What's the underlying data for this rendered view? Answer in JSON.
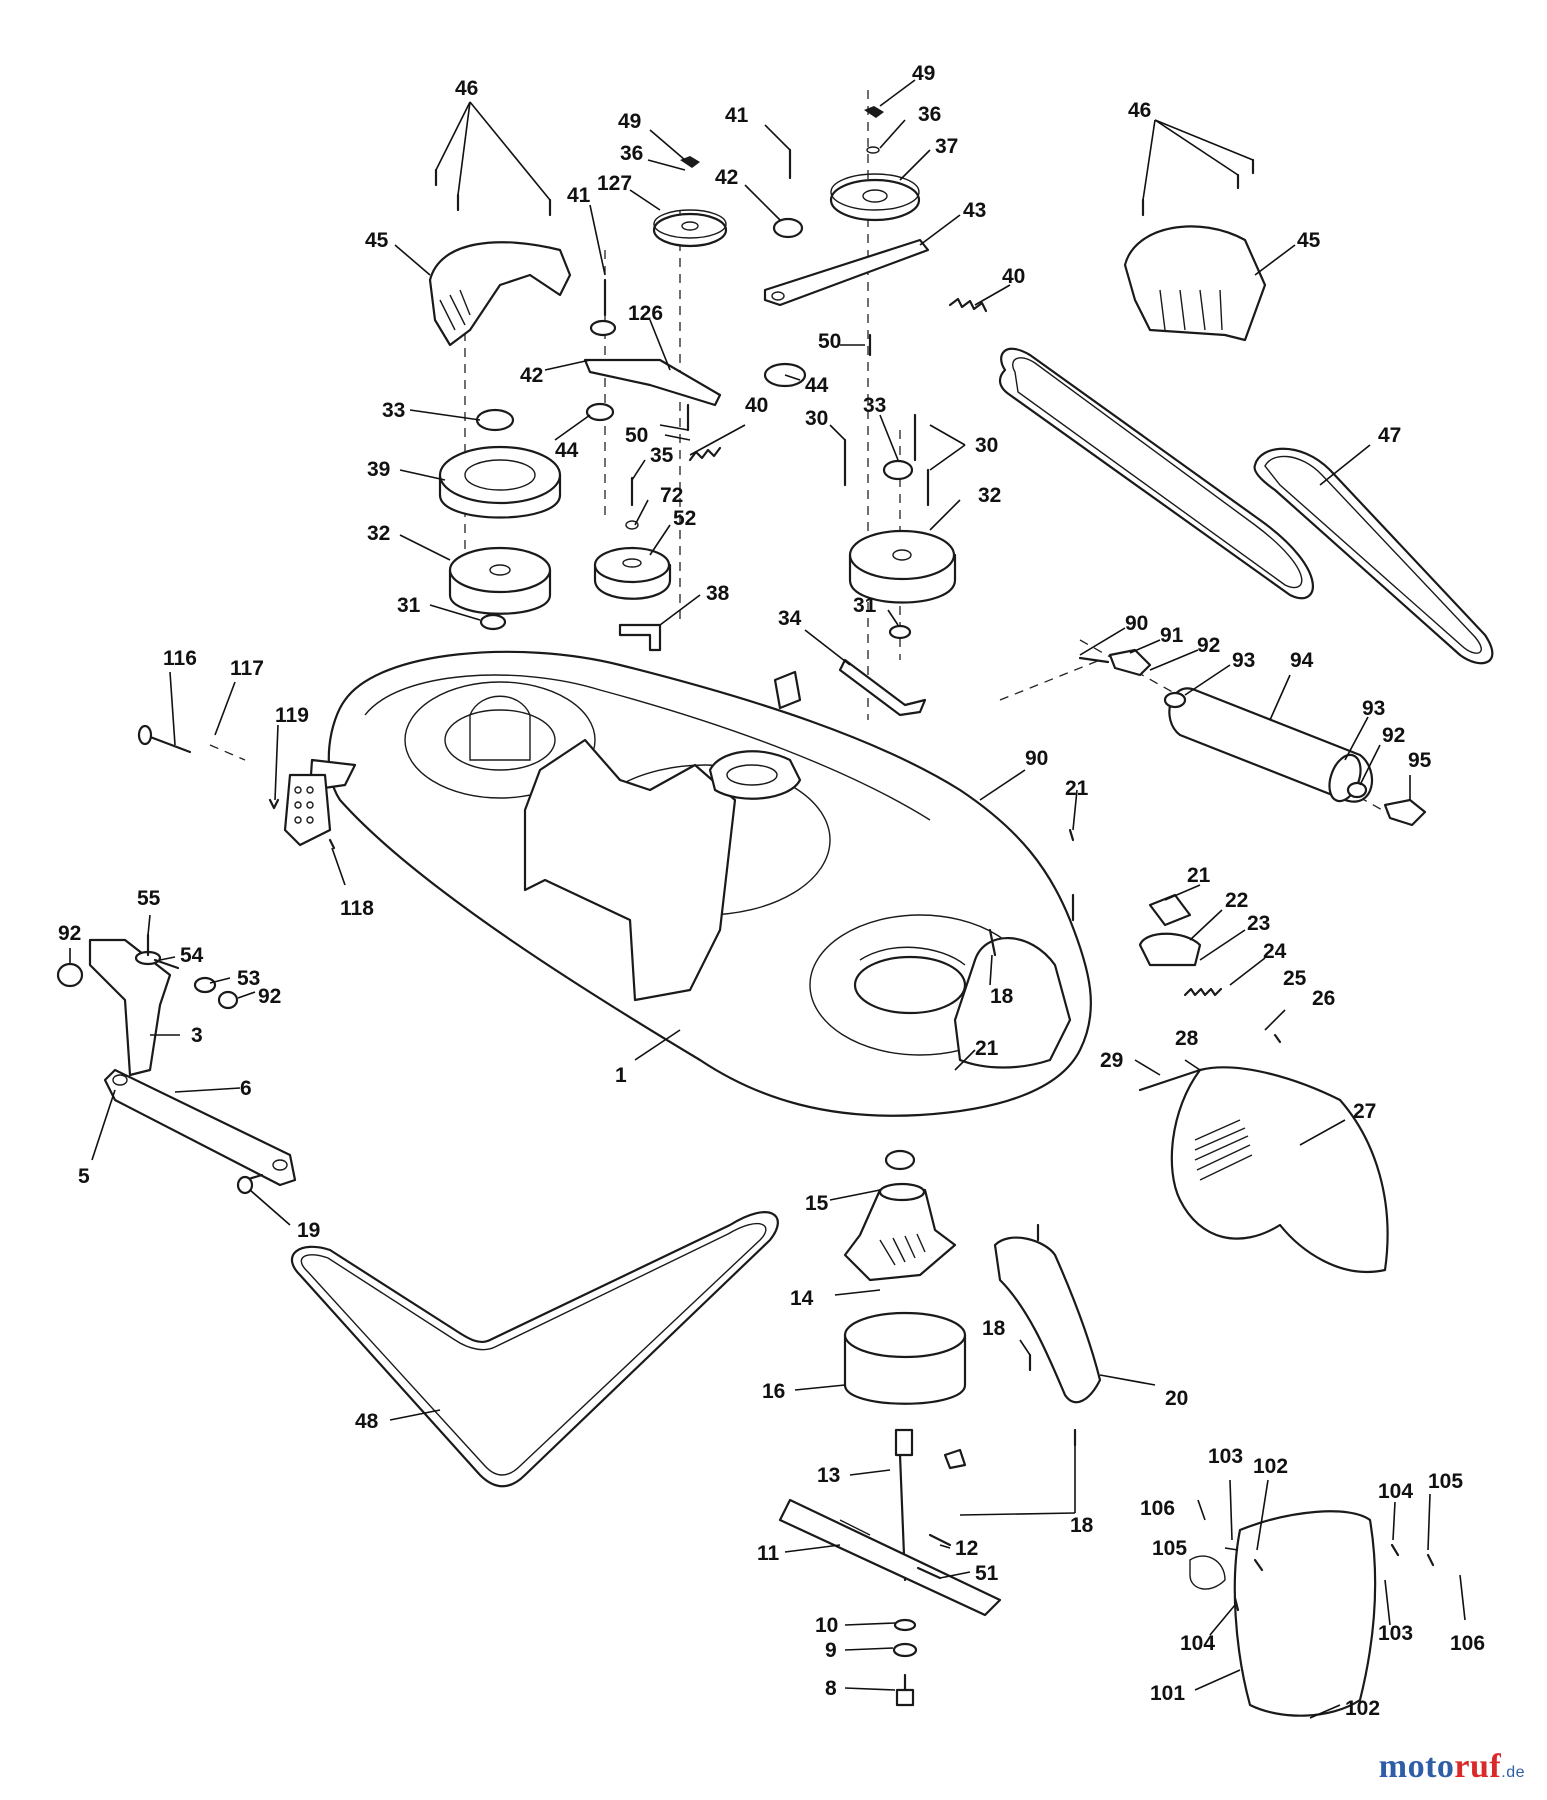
{
  "callouts": [
    {
      "id": "c46a",
      "text": "46"
    },
    {
      "id": "c45a",
      "text": "45"
    },
    {
      "id": "c41a",
      "text": "41"
    },
    {
      "id": "c49a",
      "text": "49"
    },
    {
      "id": "c36a",
      "text": "36"
    },
    {
      "id": "c127",
      "text": "127"
    },
    {
      "id": "c41b",
      "text": "41"
    },
    {
      "id": "c42a",
      "text": "42"
    },
    {
      "id": "c49b",
      "text": "49"
    },
    {
      "id": "c36b",
      "text": "36"
    },
    {
      "id": "c37",
      "text": "37"
    },
    {
      "id": "c43",
      "text": "43"
    },
    {
      "id": "c46b",
      "text": "46"
    },
    {
      "id": "c45b",
      "text": "45"
    },
    {
      "id": "c40a",
      "text": "40"
    },
    {
      "id": "c126",
      "text": "126"
    },
    {
      "id": "c42b",
      "text": "42"
    },
    {
      "id": "c50a",
      "text": "50"
    },
    {
      "id": "c44a",
      "text": "44"
    },
    {
      "id": "c33a",
      "text": "33"
    },
    {
      "id": "c44b",
      "text": "44"
    },
    {
      "id": "c50b",
      "text": "50"
    },
    {
      "id": "c40b",
      "text": "40"
    },
    {
      "id": "c30a",
      "text": "30"
    },
    {
      "id": "c33b",
      "text": "33"
    },
    {
      "id": "c30b",
      "text": "30"
    },
    {
      "id": "c47",
      "text": "47"
    },
    {
      "id": "c39",
      "text": "39"
    },
    {
      "id": "c35",
      "text": "35"
    },
    {
      "id": "c72",
      "text": "72"
    },
    {
      "id": "c52",
      "text": "52"
    },
    {
      "id": "c32a",
      "text": "32"
    },
    {
      "id": "c32b",
      "text": "32"
    },
    {
      "id": "c31a",
      "text": "31"
    },
    {
      "id": "c38",
      "text": "38"
    },
    {
      "id": "c31b",
      "text": "31"
    },
    {
      "id": "c34",
      "text": "34"
    },
    {
      "id": "c90a",
      "text": "90"
    },
    {
      "id": "c91",
      "text": "91"
    },
    {
      "id": "c92a",
      "text": "92"
    },
    {
      "id": "c93a",
      "text": "93"
    },
    {
      "id": "c94",
      "text": "94"
    },
    {
      "id": "c116",
      "text": "116"
    },
    {
      "id": "c117",
      "text": "117"
    },
    {
      "id": "c119",
      "text": "119"
    },
    {
      "id": "c90b",
      "text": "90"
    },
    {
      "id": "c93b",
      "text": "93"
    },
    {
      "id": "c92b",
      "text": "92"
    },
    {
      "id": "c95",
      "text": "95"
    },
    {
      "id": "c21a",
      "text": "21"
    },
    {
      "id": "c118",
      "text": "118"
    },
    {
      "id": "c21b",
      "text": "21"
    },
    {
      "id": "c22",
      "text": "22"
    },
    {
      "id": "c23",
      "text": "23"
    },
    {
      "id": "c24",
      "text": "24"
    },
    {
      "id": "c25",
      "text": "25"
    },
    {
      "id": "c55",
      "text": "55"
    },
    {
      "id": "c92c",
      "text": "92"
    },
    {
      "id": "c54",
      "text": "54"
    },
    {
      "id": "c53",
      "text": "53"
    },
    {
      "id": "c92d",
      "text": "92"
    },
    {
      "id": "c3",
      "text": "3"
    },
    {
      "id": "c18a",
      "text": "18"
    },
    {
      "id": "c26",
      "text": "26"
    },
    {
      "id": "c21c",
      "text": "21"
    },
    {
      "id": "c1",
      "text": "1"
    },
    {
      "id": "c28",
      "text": "28"
    },
    {
      "id": "c29",
      "text": "29"
    },
    {
      "id": "c6",
      "text": "6"
    },
    {
      "id": "c27",
      "text": "27"
    },
    {
      "id": "c5",
      "text": "5"
    },
    {
      "id": "c15",
      "text": "15"
    },
    {
      "id": "c19",
      "text": "19"
    },
    {
      "id": "c14",
      "text": "14"
    },
    {
      "id": "c18b",
      "text": "18"
    },
    {
      "id": "c16",
      "text": "16"
    },
    {
      "id": "c20",
      "text": "20"
    },
    {
      "id": "c48",
      "text": "48"
    },
    {
      "id": "c13",
      "text": "13"
    },
    {
      "id": "c103a",
      "text": "103"
    },
    {
      "id": "c102a",
      "text": "102"
    },
    {
      "id": "c105a",
      "text": "105"
    },
    {
      "id": "c104a",
      "text": "104"
    },
    {
      "id": "c106a",
      "text": "106"
    },
    {
      "id": "c18c",
      "text": "18"
    },
    {
      "id": "c105b",
      "text": "105"
    },
    {
      "id": "c12",
      "text": "12"
    },
    {
      "id": "c11",
      "text": "11"
    },
    {
      "id": "c51",
      "text": "51"
    },
    {
      "id": "c104b",
      "text": "104"
    },
    {
      "id": "c103b",
      "text": "103"
    },
    {
      "id": "c106b",
      "text": "106"
    },
    {
      "id": "c10",
      "text": "10"
    },
    {
      "id": "c9",
      "text": "9"
    },
    {
      "id": "c101",
      "text": "101"
    },
    {
      "id": "c8",
      "text": "8"
    },
    {
      "id": "c102b",
      "text": "102"
    }
  ],
  "watermark": {
    "part1": "moto",
    "part2": "ruf",
    "part3": ".de"
  }
}
